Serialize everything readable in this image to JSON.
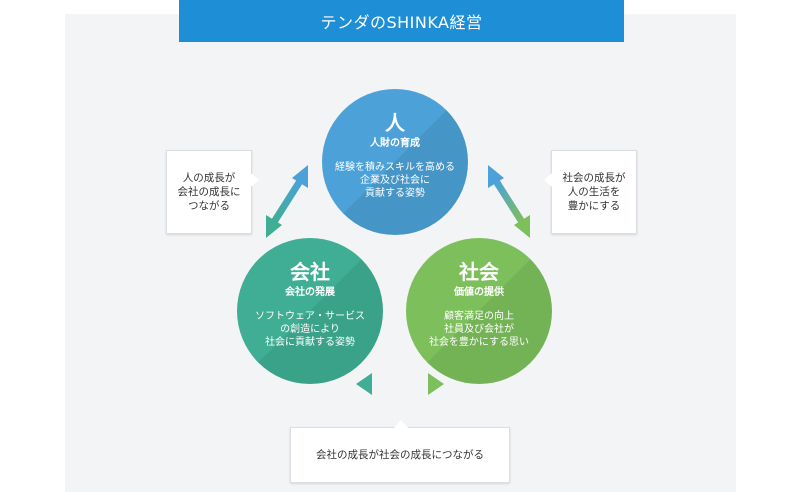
{
  "title": "テンダのSHINKA経営",
  "circles": {
    "person": {
      "big": "人",
      "sub": "人財の育成",
      "desc": "経験を積みスキルを高める\n企業及び社会に\n貢献する姿勢"
    },
    "company": {
      "big": "会社",
      "sub": "会社の発展",
      "desc": "ソフトウェア・サービス\nの創造により\n社会に貢献する姿勢"
    },
    "society": {
      "big": "社会",
      "sub": "価値の提供",
      "desc": "顧客満足の向上\n社員及び会社が\n社会を豊かにする思い"
    }
  },
  "notes": {
    "left": "人の成長が\n会社の成長に\nつながる",
    "right": "社会の成長が\n人の生活を\n豊かにする",
    "bottom": "会社の成長が社会の成長につながる"
  },
  "colors": {
    "title_bar": "#1e8fd6",
    "person": "#4ca2d8",
    "company": "#3fae94",
    "society": "#7cbf5b",
    "panel": "#f3f4f6"
  },
  "icons": [
    "double-arrow-icon"
  ]
}
